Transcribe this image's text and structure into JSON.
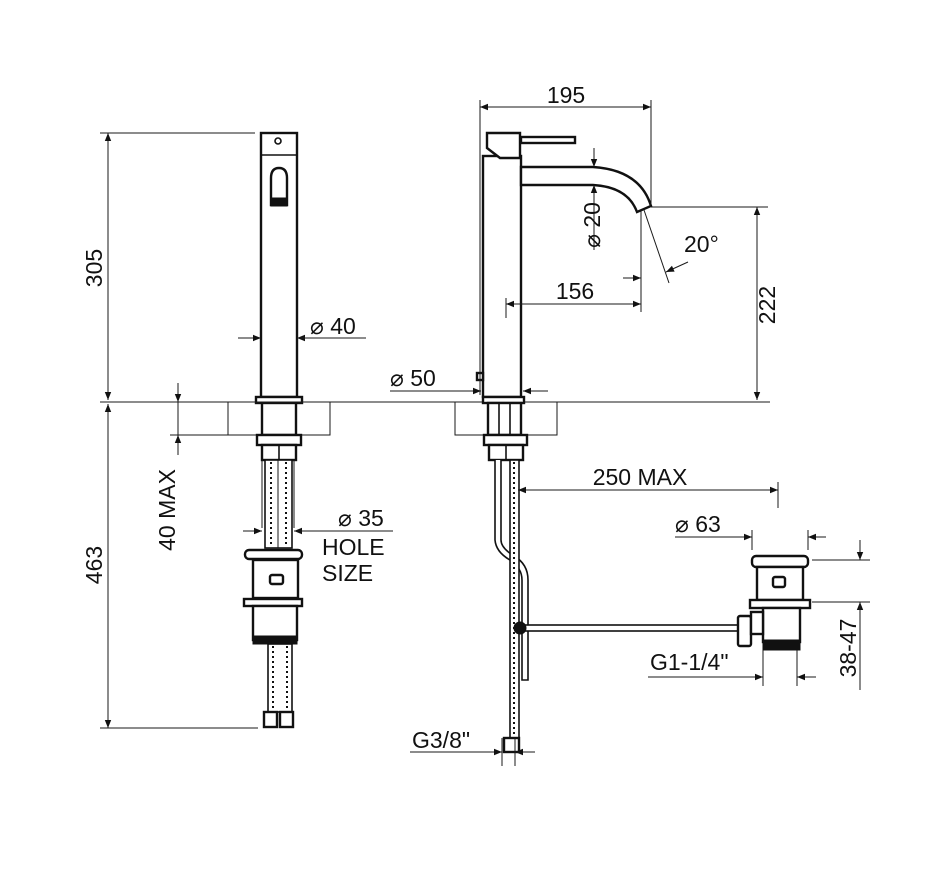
{
  "drawing": {
    "front_view": {
      "height_above_counter": "305",
      "height_below_counter": "463",
      "max_counter_thickness": "40 MAX",
      "body_diameter": "⌀ 40",
      "hole_diameter": "⌀ 35",
      "hole_label_1": "HOLE",
      "hole_label_2": "SIZE"
    },
    "side_view": {
      "total_depth": "195",
      "spout_reach": "156",
      "spout_height": "222",
      "spout_diameter": "⌀ 20",
      "spout_angle": "20°",
      "base_diameter": "⌀ 50",
      "drain_distance": "250 MAX",
      "drain_cap_diameter": "⌀ 63",
      "drain_adjustment": "38-47",
      "drain_thread": "G1-1/4\"",
      "supply_thread": "G3/8\""
    }
  }
}
